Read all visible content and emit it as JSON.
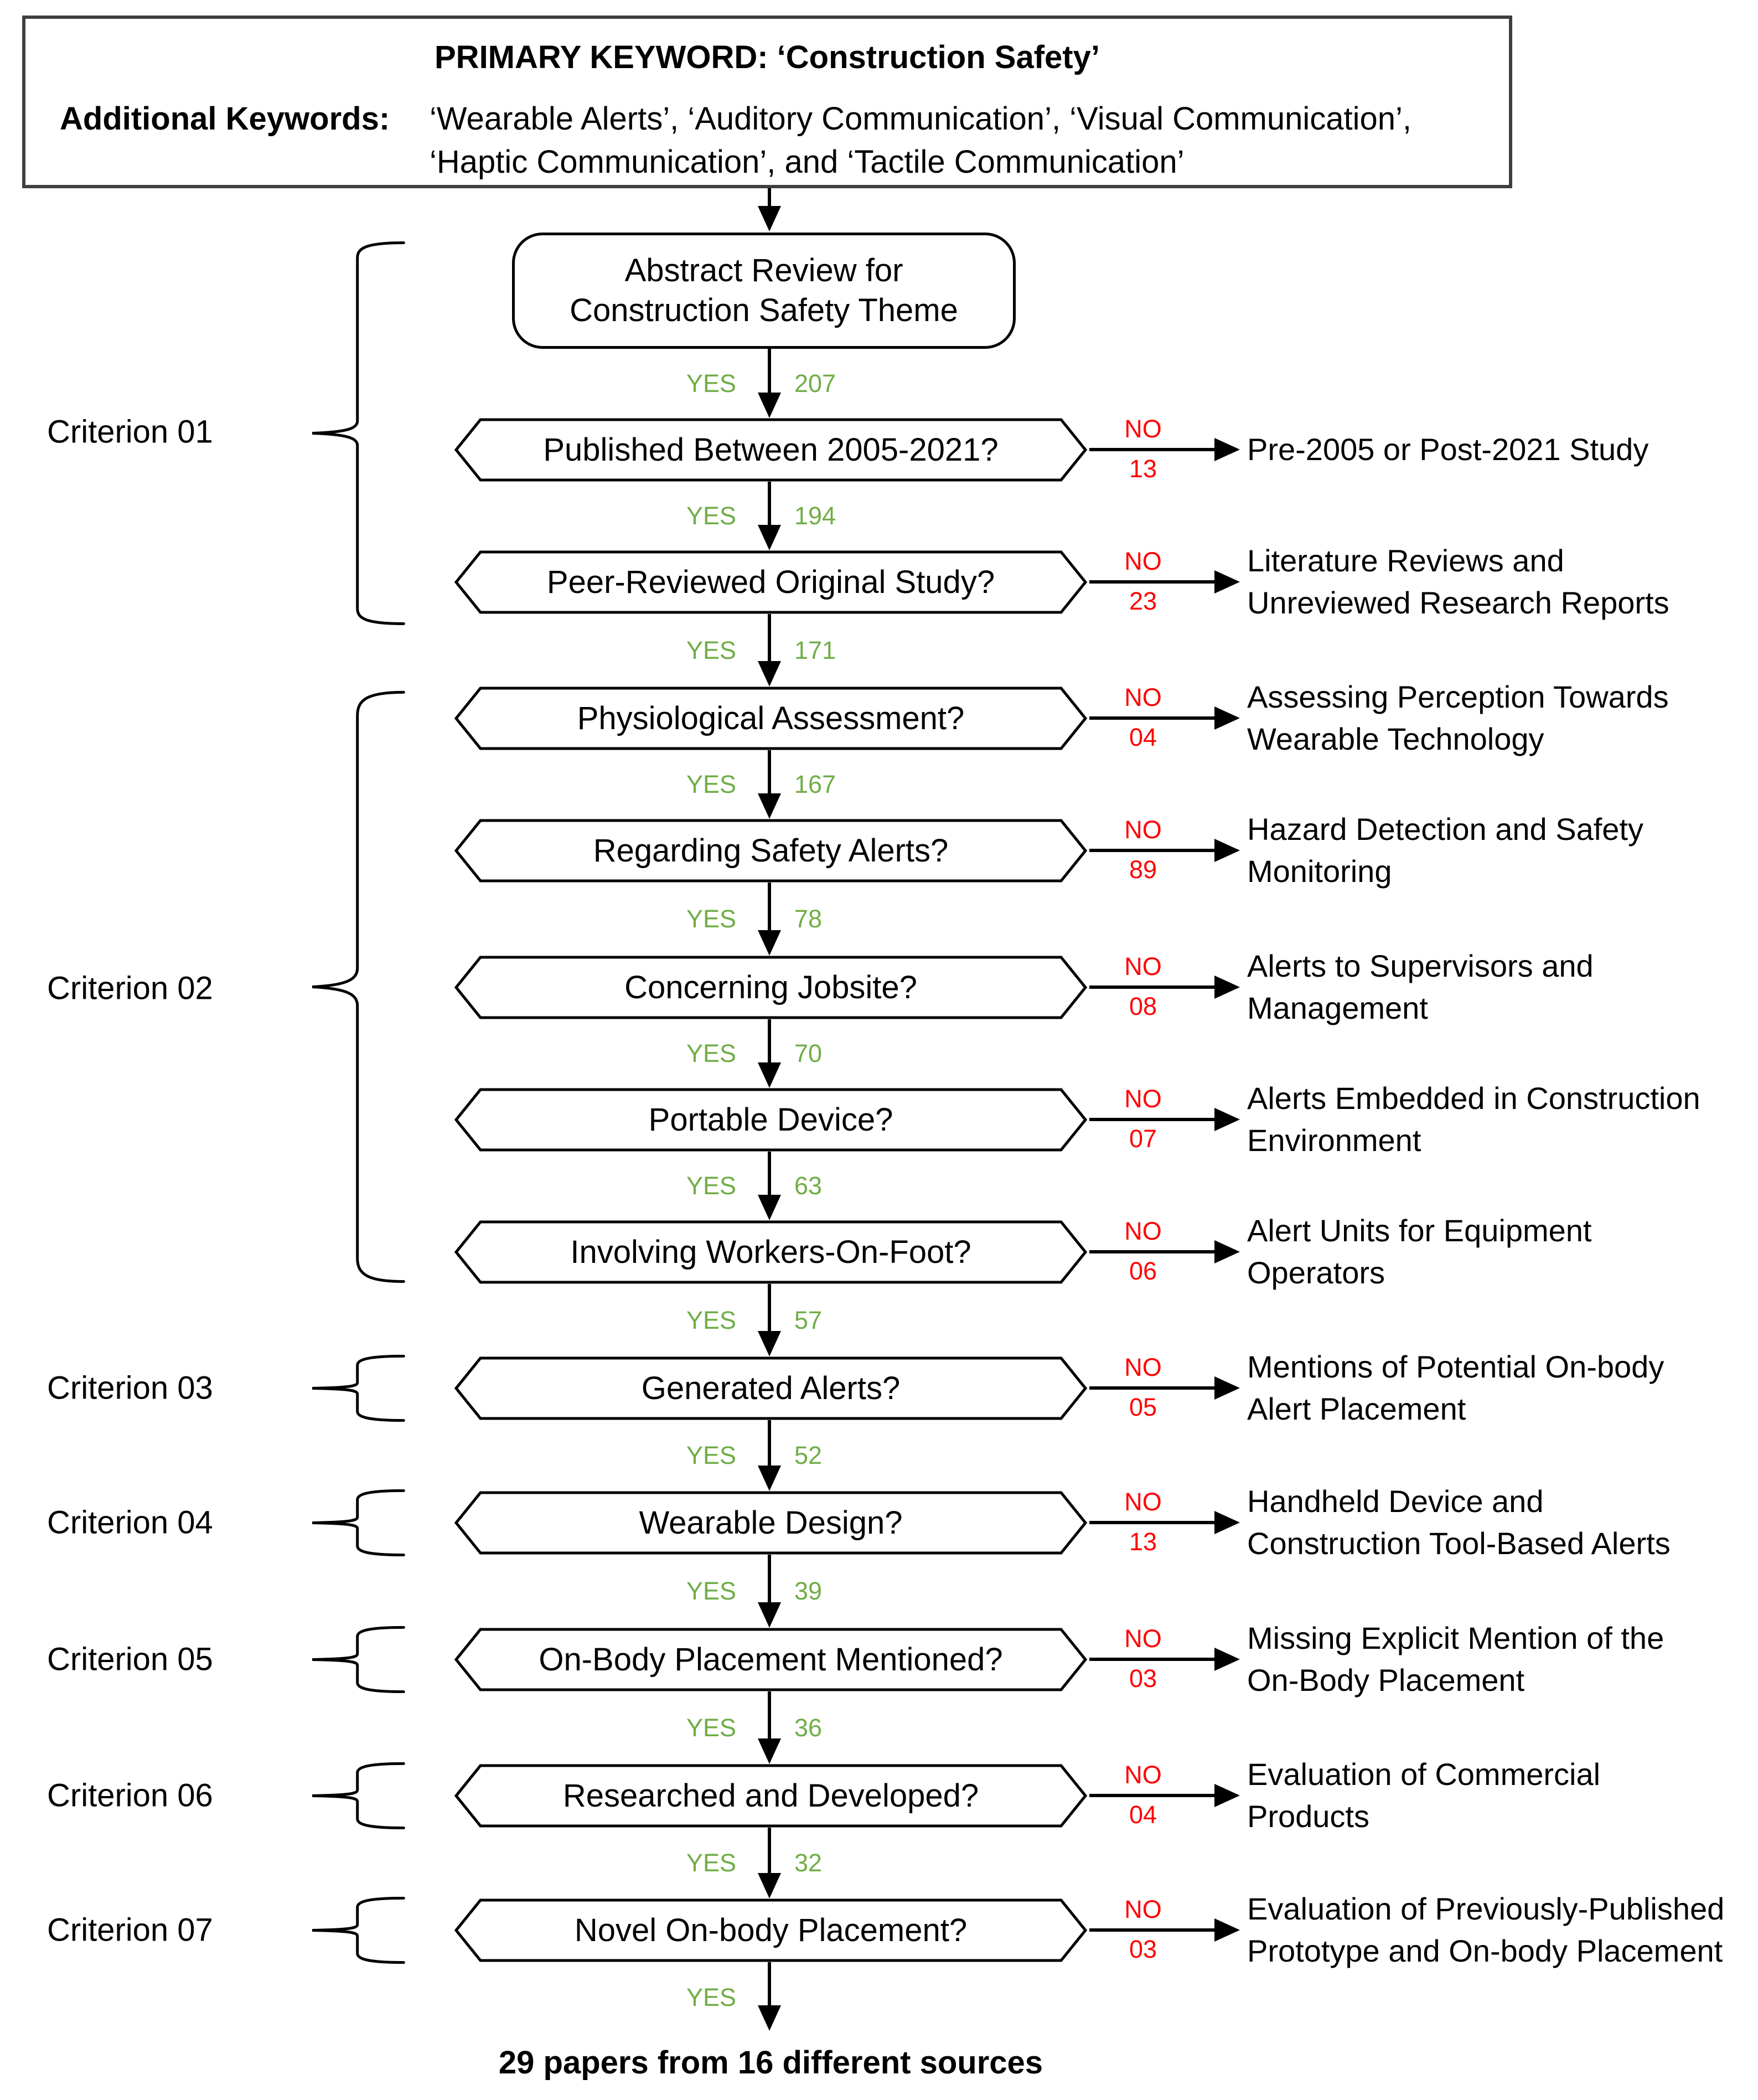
{
  "title_box": {
    "primary": "PRIMARY KEYWORD: ‘Construction Safety’",
    "additional_label": "Additional Keywords:",
    "additional_lines": [
      "‘Wearable Alerts’, ‘Auditory Communication’, ‘Visual Communication’,",
      "‘Haptic Communication’, and ‘Tactile Communication’"
    ]
  },
  "start_box": {
    "lines": [
      "Abstract Review for",
      "Construction Safety Theme"
    ]
  },
  "criteria": [
    {
      "label": "Criterion 01"
    },
    {
      "label": "Criterion 02"
    },
    {
      "label": "Criterion 03"
    },
    {
      "label": "Criterion 04"
    },
    {
      "label": "Criterion 05"
    },
    {
      "label": "Criterion 06"
    },
    {
      "label": "Criterion 07"
    }
  ],
  "steps": [
    {
      "question": "Published Between 2005-2021?",
      "yes_label": "YES",
      "yes_count": "207",
      "no_label": "NO",
      "no_count": "13",
      "exclusion": [
        "Pre-2005 or Post-2021 Study"
      ]
    },
    {
      "question": "Peer-Reviewed Original Study?",
      "yes_label": "YES",
      "yes_count": "194",
      "no_label": "NO",
      "no_count": "23",
      "exclusion": [
        "Literature Reviews and",
        "Unreviewed Research Reports"
      ]
    },
    {
      "question": "Physiological Assessment?",
      "yes_label": "YES",
      "yes_count": "171",
      "no_label": "NO",
      "no_count": "04",
      "exclusion": [
        "Assessing Perception Towards",
        "Wearable Technology"
      ]
    },
    {
      "question": "Regarding Safety Alerts?",
      "yes_label": "YES",
      "yes_count": "167",
      "no_label": "NO",
      "no_count": "89",
      "exclusion": [
        "Hazard Detection and Safety",
        "Monitoring"
      ]
    },
    {
      "question": "Concerning Jobsite?",
      "yes_label": "YES",
      "yes_count": "78",
      "no_label": "NO",
      "no_count": "08",
      "exclusion": [
        "Alerts to Supervisors and",
        "Management"
      ]
    },
    {
      "question": "Portable Device?",
      "yes_label": "YES",
      "yes_count": "70",
      "no_label": "NO",
      "no_count": "07",
      "exclusion": [
        "Alerts Embedded in Construction",
        "Environment"
      ]
    },
    {
      "question": "Involving Workers-On-Foot?",
      "yes_label": "YES",
      "yes_count": "63",
      "no_label": "NO",
      "no_count": "06",
      "exclusion": [
        "Alert Units for Equipment",
        "Operators"
      ]
    },
    {
      "question": "Generated Alerts?",
      "yes_label": "YES",
      "yes_count": "57",
      "no_label": "NO",
      "no_count": "05",
      "exclusion": [
        "Mentions of Potential On-body",
        "Alert Placement"
      ]
    },
    {
      "question": "Wearable Design?",
      "yes_label": "YES",
      "yes_count": "52",
      "no_label": "NO",
      "no_count": "13",
      "exclusion": [
        "Handheld Device and",
        "Construction Tool-Based Alerts"
      ]
    },
    {
      "question": "On-Body Placement Mentioned?",
      "yes_label": "YES",
      "yes_count": "39",
      "no_label": "NO",
      "no_count": "03",
      "exclusion": [
        "Missing Explicit Mention of the",
        "On-Body Placement"
      ]
    },
    {
      "question": "Researched and Developed?",
      "yes_label": "YES",
      "yes_count": "36",
      "no_label": "NO",
      "no_count": "04",
      "exclusion": [
        "Evaluation of Commercial",
        "Products"
      ]
    },
    {
      "question": "Novel On-body Placement?",
      "yes_label": "YES",
      "yes_count": "32",
      "no_label": "NO",
      "no_count": "03",
      "exclusion": [
        "Evaluation of Previously-Published",
        "Prototype and On-body Placement"
      ]
    }
  ],
  "final": {
    "yes_label": "YES",
    "result": "29 papers from 16 different sources"
  },
  "colors": {
    "yes_green": "#70AD47",
    "no_red": "#FF0000",
    "line_black": "#000000"
  }
}
